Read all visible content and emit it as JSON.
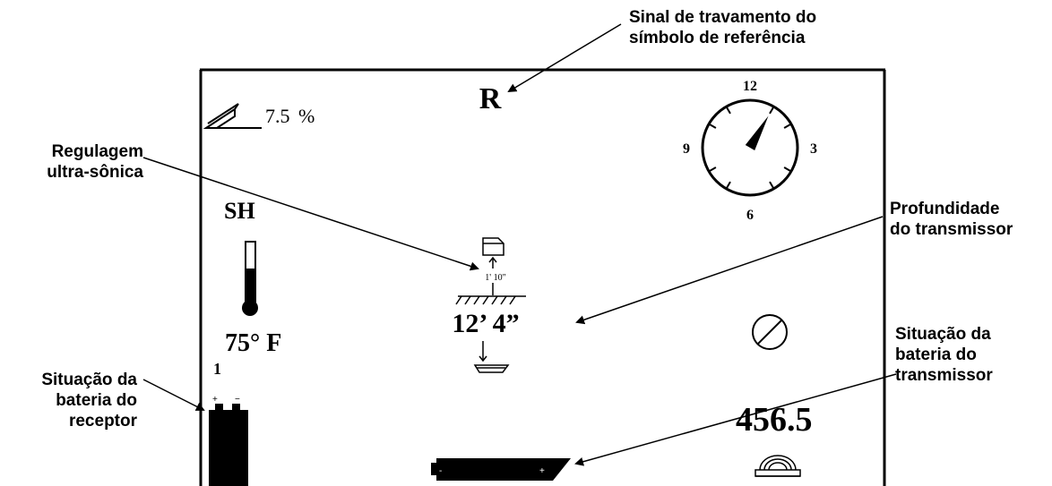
{
  "callouts": {
    "reference_lock": [
      "Sinal de travamento do",
      "símbolo de referência"
    ],
    "ultrasonic": [
      "Regulagem",
      "ultra-sônica"
    ],
    "depth": [
      "Profundidade",
      "do transmissor"
    ],
    "transmitter_battery": [
      "Situação da",
      "bateria do",
      "transmissor"
    ],
    "receiver_battery": [
      "Situação da",
      "bateria do",
      "receptor"
    ]
  },
  "display": {
    "pitch_value": "7.5",
    "pitch_unit": "%",
    "reference_symbol": "R",
    "clock_labels": {
      "top": "12",
      "right": "3",
      "bottom": "6",
      "left": "9"
    },
    "mode_label": "SH",
    "ultrasonic_reading": "1' 10\"",
    "depth_reading": "12’ 4”",
    "temperature": "75° F",
    "receiver_battery_label": "1",
    "frequency": "456.5",
    "no_signal_icon": "circle-slash-icon",
    "thermometer_icon": "thermometer-icon",
    "battery_icon": "battery-icon"
  },
  "clock": {
    "pointer_hour": 1
  },
  "colors": {
    "ink": "#000000",
    "background": "#ffffff"
  }
}
